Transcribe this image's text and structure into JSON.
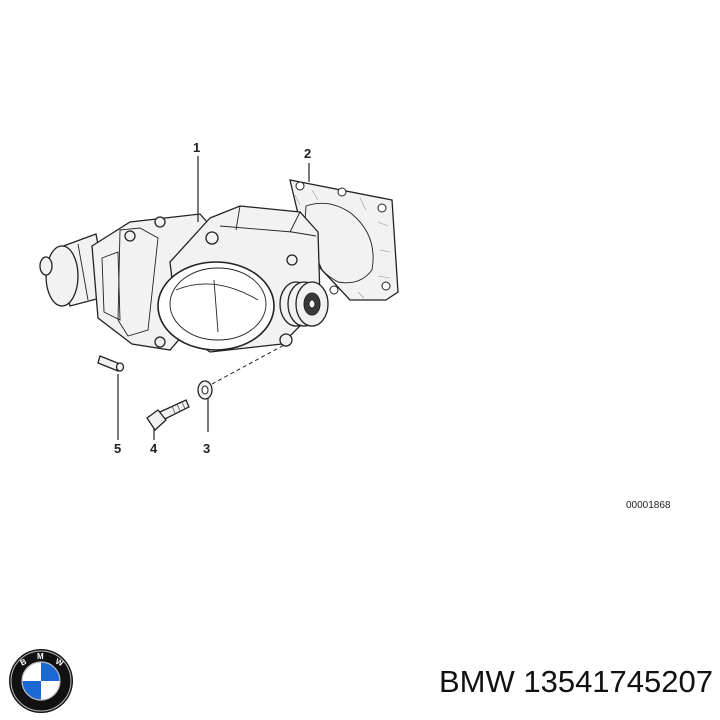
{
  "callouts": [
    {
      "number": "1"
    },
    {
      "number": "2"
    },
    {
      "number": "3"
    },
    {
      "number": "4"
    },
    {
      "number": "5"
    }
  ],
  "drawing_number": "00001868",
  "caption": {
    "text": "BMW 13541745207"
  },
  "logo": {
    "letters": "BMW",
    "colors": {
      "blue": "#1c69d4",
      "white": "#ffffff",
      "ring": "#111111"
    }
  }
}
